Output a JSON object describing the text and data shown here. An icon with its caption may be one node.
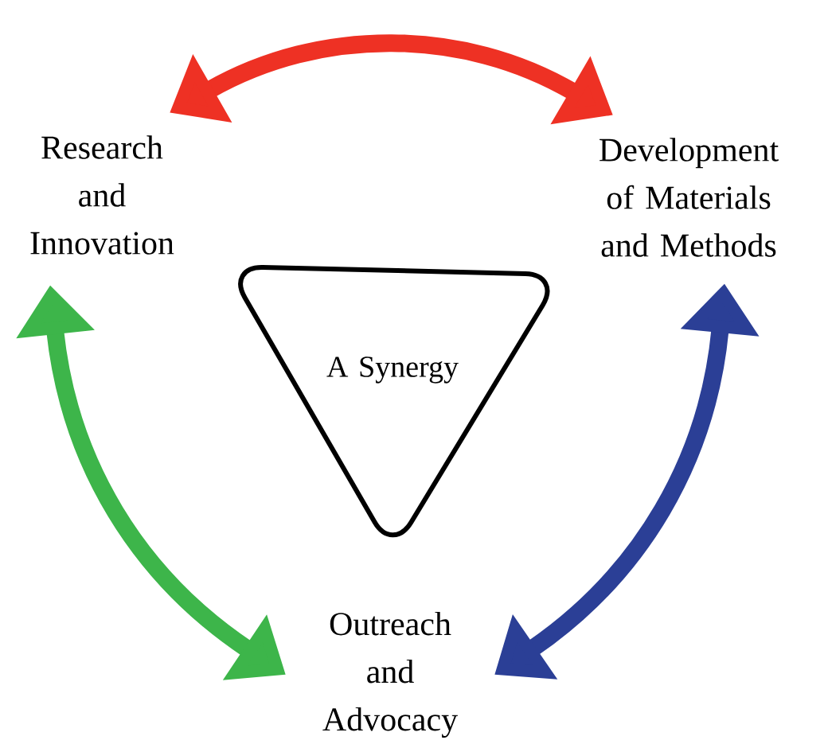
{
  "diagram": {
    "nodes": [
      {
        "text": [
          "Research and Innovation"
        ]
      },
      {
        "text": [
          "Development of Materials and Methods"
        ]
      },
      {
        "text": [
          "A Synergy"
        ]
      },
      {
        "text": [
          "Outreach and Advocacy"
        ]
      }
    ],
    "edges": [
      {
        "from": 0,
        "to": 1,
        "arrow": "both",
        "color": "#ee3124"
      },
      {
        "from": 0,
        "to": 3,
        "arrow": "both",
        "color": "#3db54a"
      },
      {
        "from": 1,
        "to": 3,
        "arrow": "both",
        "color": "#2b3f96"
      }
    ]
  }
}
